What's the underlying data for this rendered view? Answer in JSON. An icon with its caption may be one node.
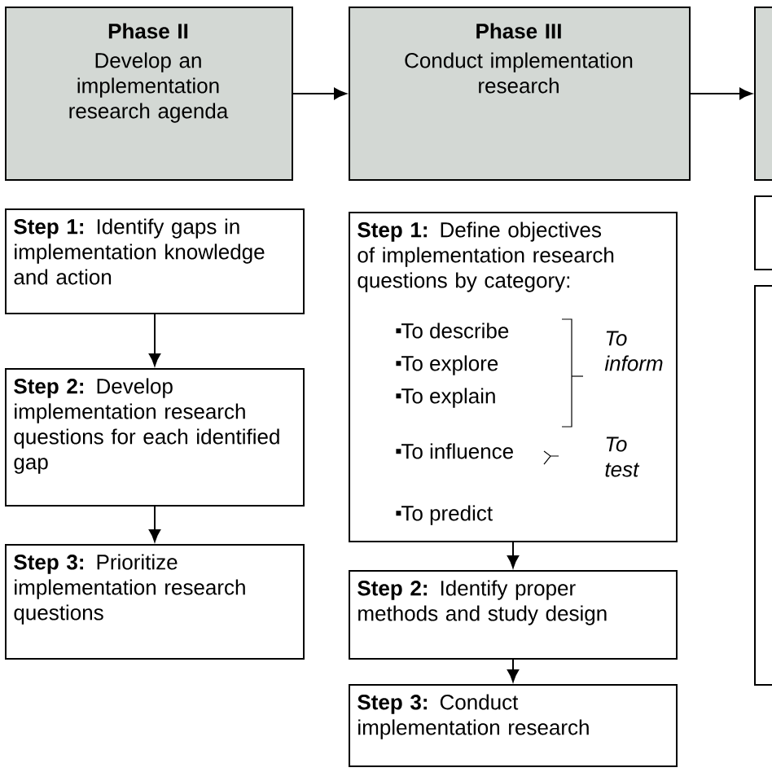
{
  "diagram": {
    "nodes": [
      {
        "text": [
          "Phase II",
          "Develop an implementation research agenda"
        ]
      },
      {
        "text": [
          "Phase III",
          "Conduct implementation research"
        ]
      },
      {
        "text": [],
        "shape": "box"
      },
      {
        "text": [
          "**Step 1:** Identify gaps in implementation knowledge and action"
        ]
      },
      {
        "text": [
          "**Step 2:** Develop implementation research questions for each identified gap"
        ]
      },
      {
        "text": [
          "**Step 3:** Prioritize implementation research questions"
        ]
      },
      {
        "text": [
          "**Step 1:** Define objectives of implementation research questions by category:",
          "To describe",
          "To explore",
          "To explain",
          "To inform",
          "To influence",
          "To test",
          "To predict"
        ]
      },
      {
        "text": [
          "**Step 2:** Identify proper methods and study design"
        ]
      },
      {
        "text": [
          "**Step 3:** Conduct implementation research"
        ]
      },
      {
        "text": [],
        "shape": "box"
      },
      {
        "text": [],
        "shape": "box"
      }
    ],
    "edges": [
      {
        "from": 0,
        "to": 1,
        "arrow": "to"
      },
      {
        "from": 1,
        "to": 2,
        "arrow": "to"
      },
      {
        "from": 3,
        "to": 4,
        "arrow": "to"
      },
      {
        "from": 4,
        "to": 5,
        "arrow": "to"
      },
      {
        "from": 6,
        "to": 7,
        "arrow": "to"
      },
      {
        "from": 7,
        "to": 8,
        "arrow": "to"
      }
    ]
  }
}
